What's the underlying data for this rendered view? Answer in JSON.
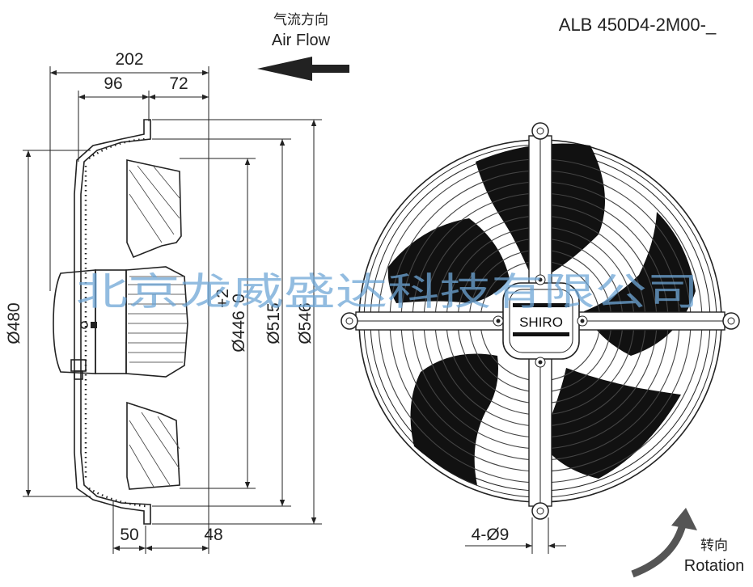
{
  "header": {
    "airflow_cn": "气流方向",
    "airflow_en": "Air Flow",
    "model": "ALB 450D4-2M00-_",
    "rotation_cn": "转向",
    "rotation_en": "Rotation"
  },
  "dimensions": {
    "d202": "202",
    "d96": "96",
    "d72": "72",
    "d50": "50",
    "d48": "48",
    "dia480": "Ø480",
    "dia446": "Ø446",
    "tol_plus": "+2",
    "tol_zero": "0",
    "dia515": "Ø515",
    "dia546": "Ø546",
    "holes": "4-Ø9"
  },
  "brand": "SHIRO",
  "watermark": "北京龙威盛达科技有限公司",
  "colors": {
    "line": "#222222",
    "blade": "#111111",
    "watermark": "#6ea6d6"
  }
}
